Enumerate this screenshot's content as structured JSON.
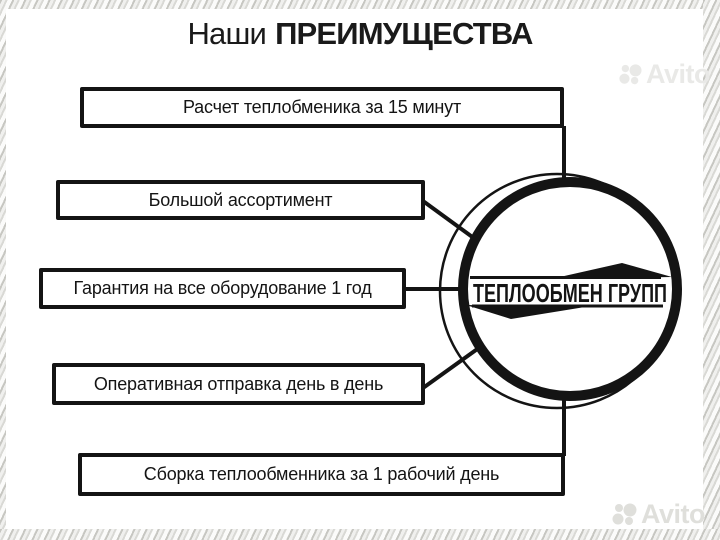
{
  "title": {
    "regular": "Наши",
    "bold": "ПРЕИМУЩЕСТВА"
  },
  "advantages": [
    {
      "label": "Расчет теплобменика за 15 минут"
    },
    {
      "label": "Большой ассортимент"
    },
    {
      "label": "Гарантия на все оборудование 1 год"
    },
    {
      "label": "Оперативная отправка день в день"
    },
    {
      "label": "Сборка теплообменника за 1 рабочий день"
    }
  ],
  "logo": {
    "name": "ТЕПЛООБМЕН ГРУПП"
  },
  "watermark": {
    "brand": "Avito"
  },
  "colors": {
    "ink": "#141414",
    "background": "#ffffff",
    "watermark_gray": "#e0e0dc",
    "frame_texture_gray": "#d4d4d0"
  }
}
